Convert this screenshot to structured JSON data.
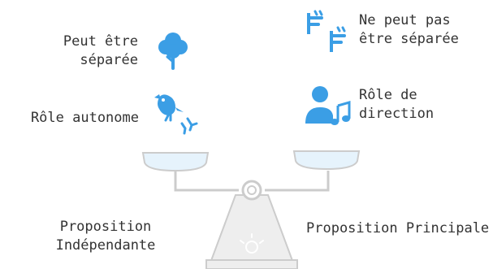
{
  "left_side": {
    "title": "Proposition Indépendante",
    "title_line1": "Proposition",
    "title_line2": "Indépendante",
    "items": [
      {
        "line1": "Peut être",
        "line2": "séparée",
        "icon": "tree-icon"
      },
      {
        "line1": "Rôle autonome",
        "icon": "bird-icon"
      }
    ]
  },
  "right_side": {
    "title": "Proposition Principale",
    "items": [
      {
        "line1": "Ne peut pas",
        "line2": "être séparée",
        "icon": "chain-icon"
      },
      {
        "line1": "Rôle de",
        "line2": "direction",
        "icon": "conductor-icon"
      }
    ]
  },
  "colors": {
    "accent": "#3b9ee5",
    "pan_fill": "#e6f3fc",
    "scale_gray": "#cccccc",
    "stand_fill": "#eeeeee",
    "text": "#333333"
  }
}
